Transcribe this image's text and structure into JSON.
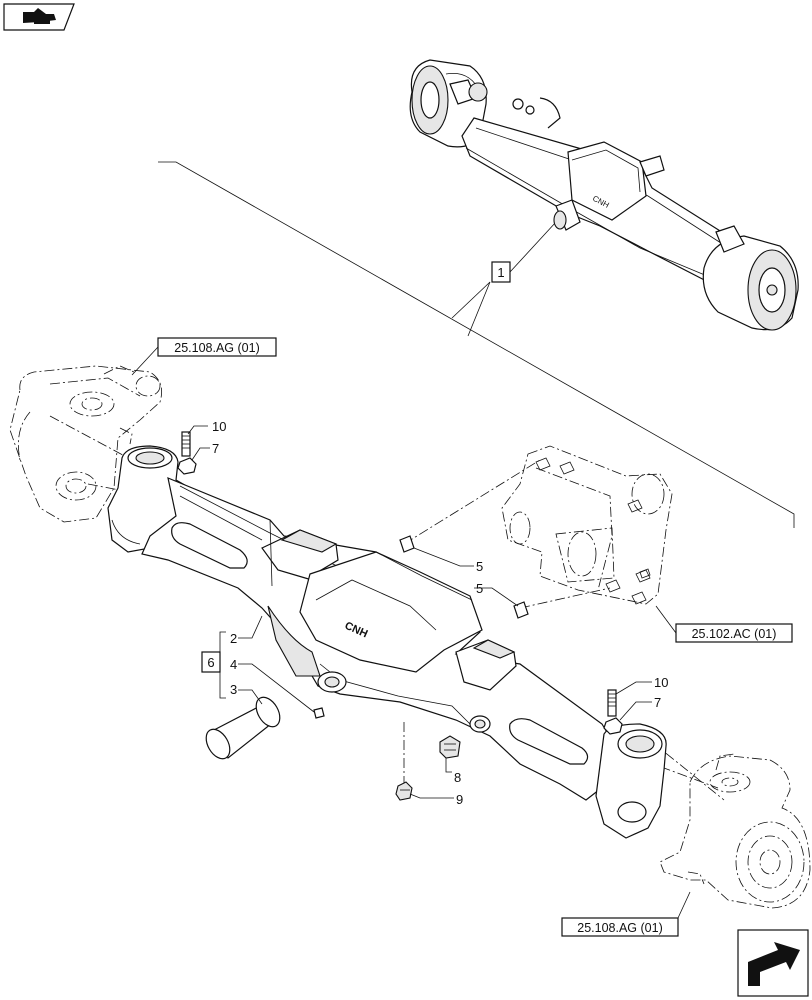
{
  "callouts": {
    "c1": "1",
    "c2": "2",
    "c3": "3",
    "c4": "4",
    "c5a": "5",
    "c5b": "5",
    "c6": "6",
    "c7a": "7",
    "c7b": "7",
    "c8": "8",
    "c9": "9",
    "c10a": "10",
    "c10b": "10"
  },
  "references": {
    "top_left": "25.108.AG (01)",
    "right": "25.102.AC (01)",
    "bottom_right": "25.108.AG (01)"
  },
  "casting_logo": "CNH",
  "icons": {
    "top_left": "book-pointer-icon",
    "bottom_right": "next-page-arrow-icon"
  }
}
